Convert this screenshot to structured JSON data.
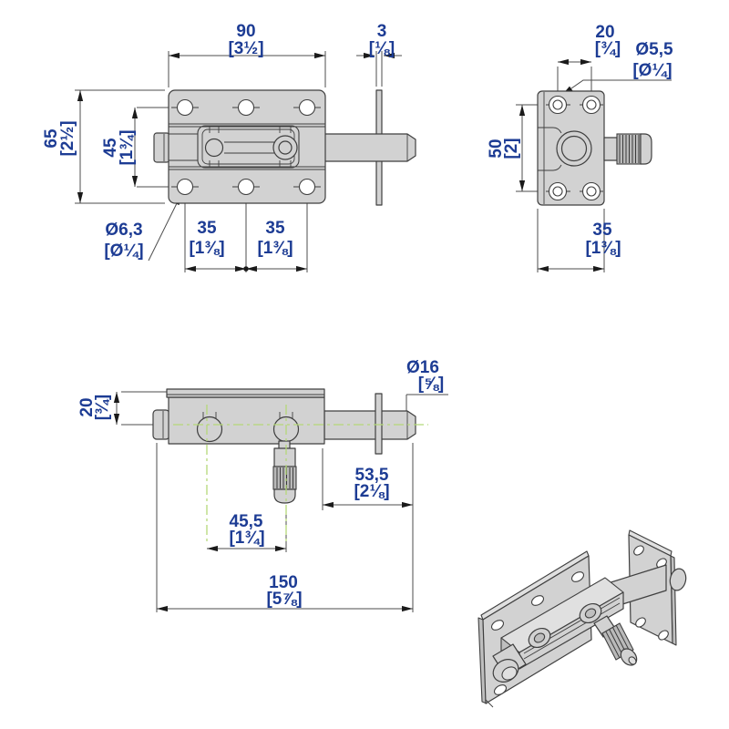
{
  "drawing": {
    "colors": {
      "background": "#ffffff",
      "part_fill": "#d2d2d2",
      "part_light": "#e0e0e0",
      "part_dark": "#bfbfbf",
      "edge_color": "#3f3f3f",
      "hole_fill": "#ffffff",
      "dim_line": "#4d4d4d",
      "arrow_color": "#1a1a1a",
      "dim_text": "#1d3c94",
      "centerline": "#b5d97a"
    },
    "front_view": {
      "width": {
        "mm": "90",
        "inch": "[3½]"
      },
      "keeper_thickness": {
        "mm": "3",
        "inch": "[⅛]"
      },
      "height": {
        "mm": "65",
        "inch": "[2½]"
      },
      "hole_row_spacing": {
        "mm": "45",
        "inch": "[1¾]"
      },
      "hole_diameter": {
        "mm": "Ø6,3",
        "inch": "[Ø¼]"
      },
      "hole_pitch_left": {
        "mm": "35",
        "inch": "[1⅜]"
      },
      "hole_pitch_right": {
        "mm": "35",
        "inch": "[1⅜]"
      }
    },
    "end_view": {
      "hole_pitch": {
        "mm": "20",
        "inch": "[¾]"
      },
      "hole_diameter": {
        "mm": "Ø5,5",
        "inch": "[Ø¼]"
      },
      "hole_row_spacing": {
        "mm": "50",
        "inch": "[2]"
      },
      "plate_width": {
        "mm": "35",
        "inch": "[1⅜]"
      }
    },
    "side_view": {
      "body_height": {
        "mm": "20",
        "inch": "[¾]"
      },
      "bolt_diameter": {
        "mm": "Ø16",
        "inch": "[⅝]"
      },
      "bolt_extension": {
        "mm": "53,5",
        "inch": "[2⅛]"
      },
      "knob_offset": {
        "mm": "45,5",
        "inch": "[1¾]"
      },
      "overall_length": {
        "mm": "150",
        "inch": "[5⅞]"
      }
    }
  }
}
